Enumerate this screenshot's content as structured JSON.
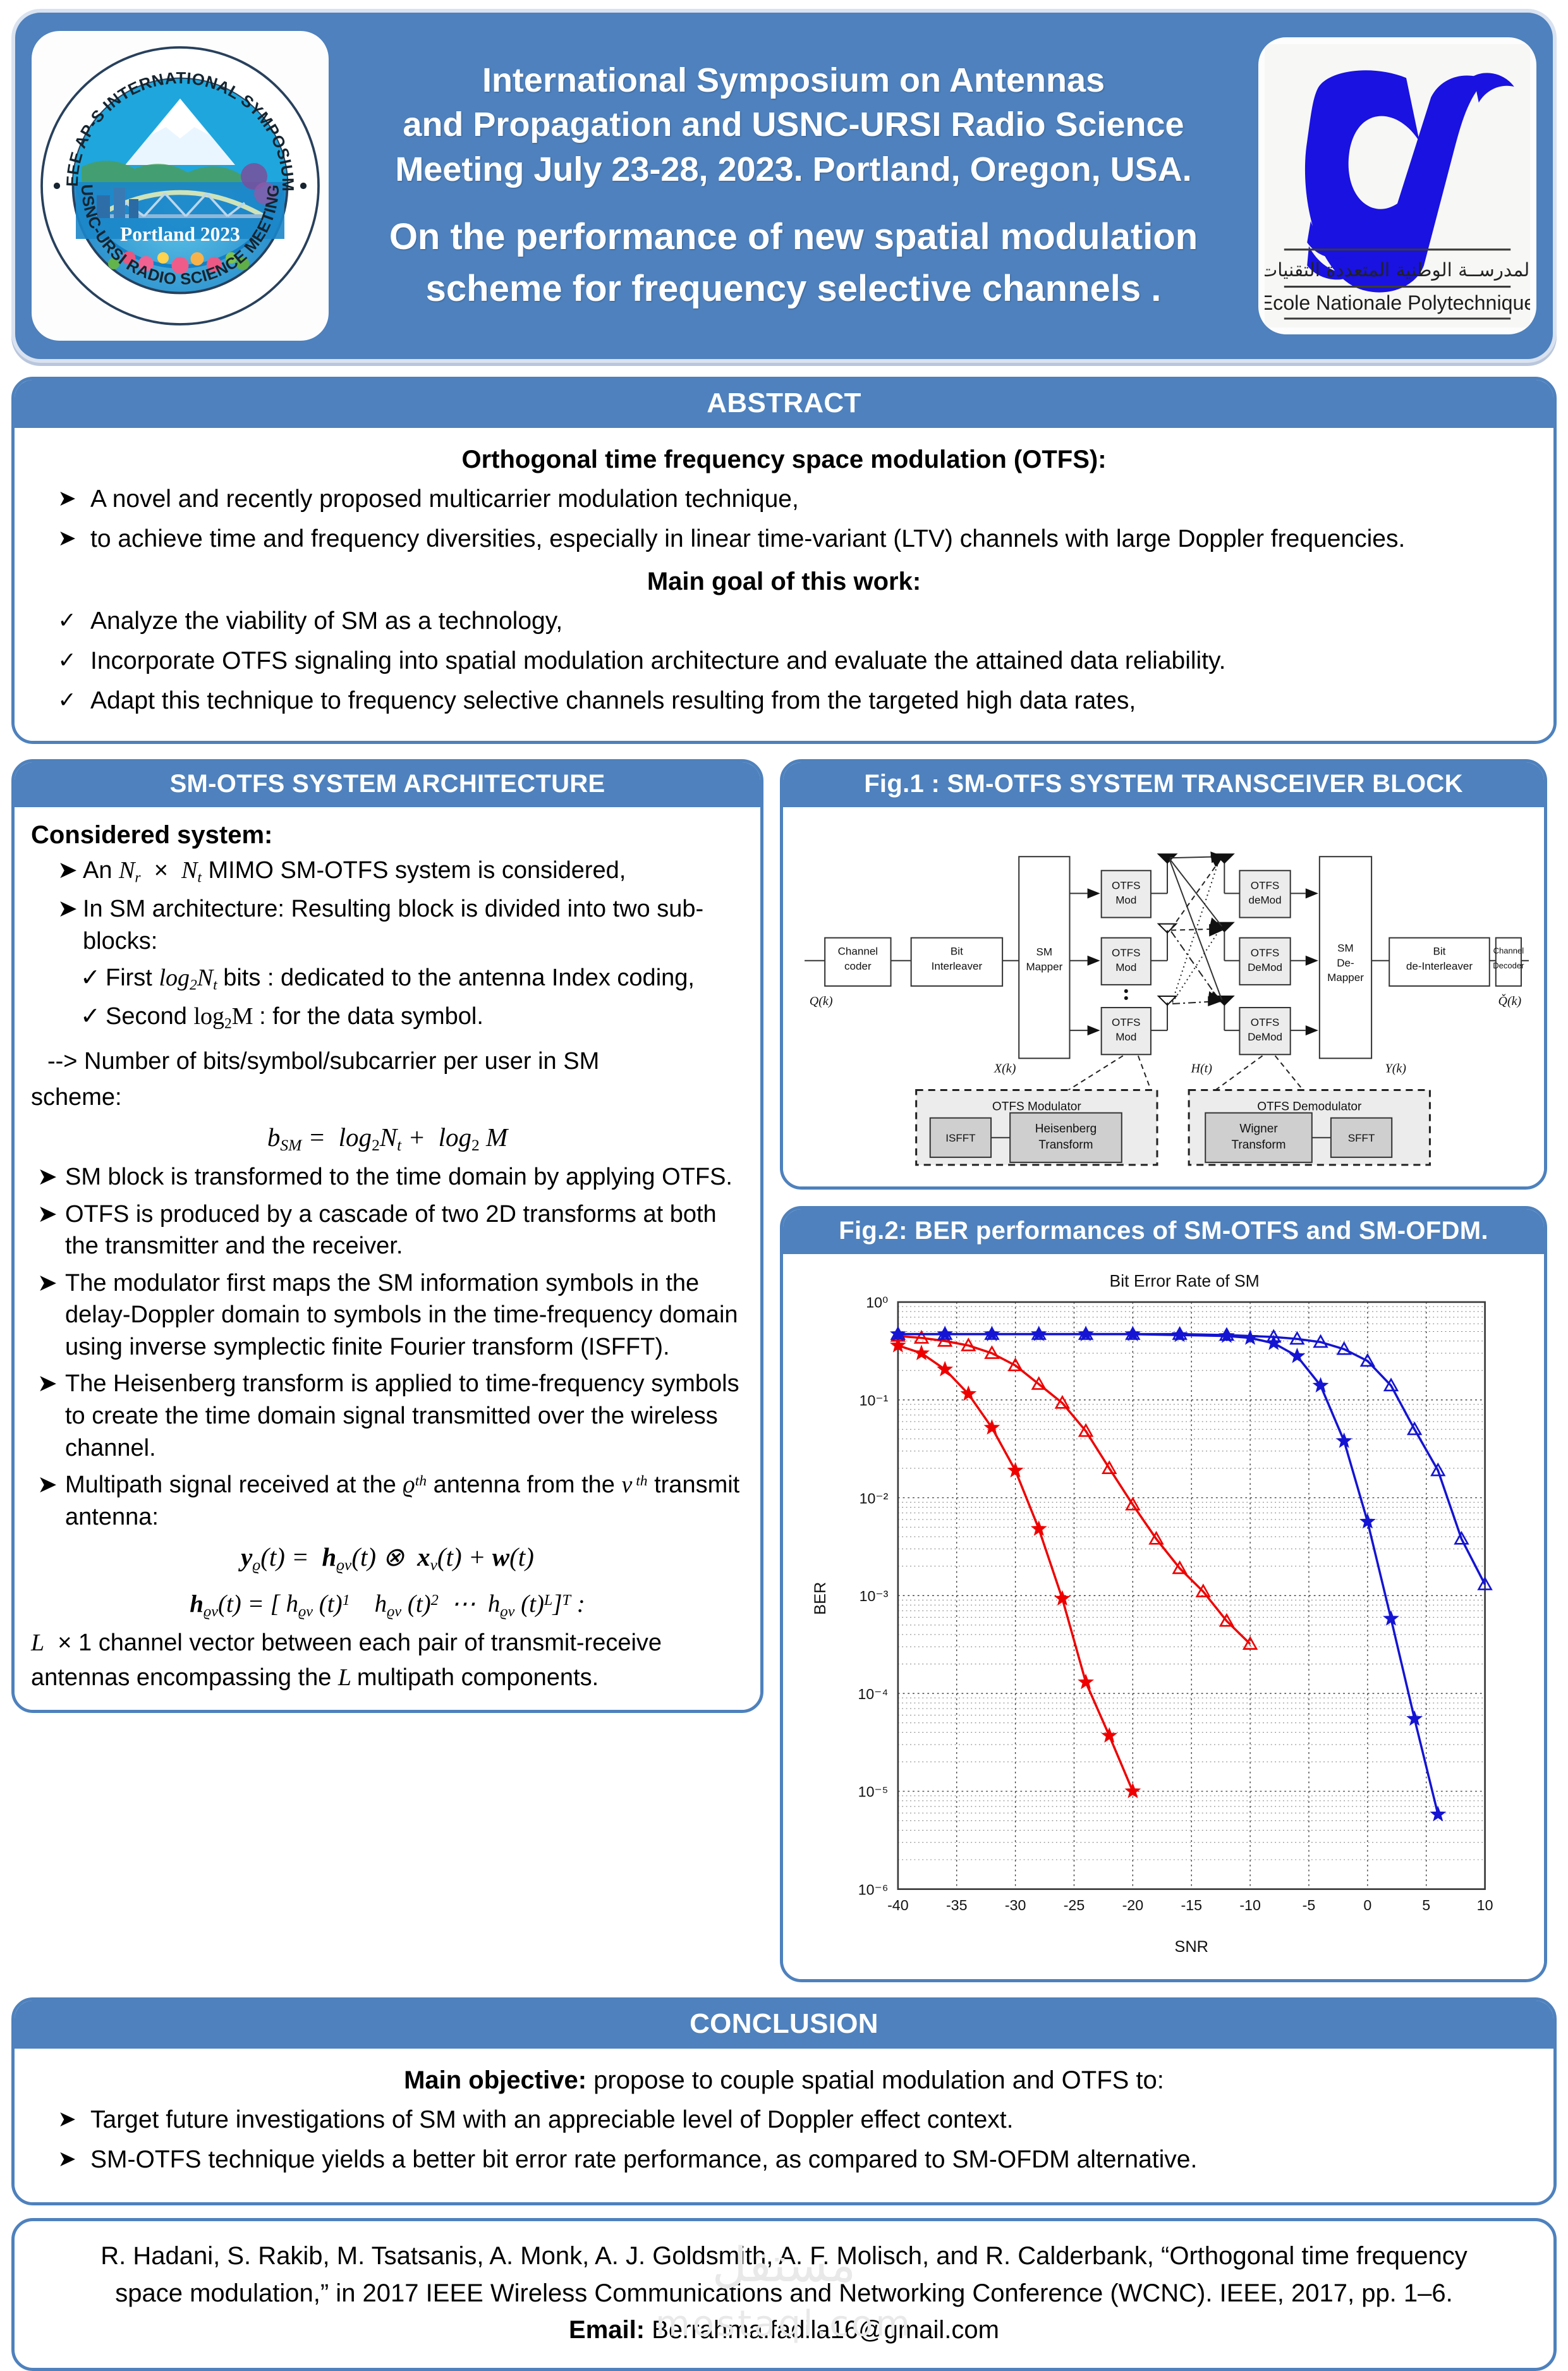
{
  "header": {
    "left_logo_alt": "IEEE AP-S International Symposium USNC-URSI Radio Science Meeting Portland 2023",
    "left_logo_ring_top": "IEEE AP-S INTERNATIONAL SYMPOSIUM",
    "left_logo_ring_bottom": "USNC-URSI RADIO SCIENCE MEETING",
    "left_logo_center": "Portland 2023",
    "conference_line1": "International Symposium on Antennas",
    "conference_line2": "and Propagation and USNC-URSI Radio Science",
    "conference_line3": "Meeting July 23-28, 2023. Portland, Oregon, USA.",
    "title_line1": "On the performance of new spatial modulation",
    "title_line2": "scheme for frequency selective channels .",
    "right_logo_arabic": "المدرســة الوطنية المتعددة التقنيات",
    "right_logo_french": "Ecole Nationale Polytechnique"
  },
  "abstract": {
    "heading": "ABSTRACT",
    "sub1": "Orthogonal time frequency space modulation (OTFS):",
    "items1": [
      "A novel and recently proposed multicarrier modulation technique,",
      "to achieve time and frequency diversities, especially in linear time-variant (LTV) channels with large Doppler frequencies."
    ],
    "sub2": "Main goal of this work:",
    "items2": [
      "Analyze the viability of SM as  a technology,",
      "Incorporate OTFS signaling into spatial modulation architecture and evaluate the attained data reliability.",
      "Adapt this technique to frequency selective channels resulting from the targeted high data rates,"
    ]
  },
  "architecture": {
    "heading": "SM-OTFS SYSTEM ARCHITECTURE",
    "considered_label": "Considered system:",
    "bullets_top": [
      "MIMO SM-OTFS system is considered,",
      "In SM architecture: Resulting block is divided into two sub-blocks:"
    ],
    "bullet_an_prefix": "An",
    "bullet_an_suffix": "MIMO SM-OTFS system is considered,",
    "checks": [
      "bits : dedicated to the antenna Index coding,",
      ": for the data symbol."
    ],
    "check1_prefix": "First",
    "check2_prefix": "Second",
    "bits_para_line1": "-->  Number of bits/symbol/subcarrier per user in SM",
    "bits_para_line2": "scheme:",
    "bullets_main": [
      "SM block is transformed to the time domain by applying OTFS.",
      "OTFS is produced by a cascade of two 2D transforms at both the transmitter and the receiver.",
      "The modulator first maps the SM information symbols in the delay-Doppler domain to symbols in the time-frequency domain using inverse symplectic finite Fourier transform (ISFFT).",
      "The Heisenberg transform is applied to time-frequency symbols to create the time domain signal transmitted over the wireless channel."
    ],
    "multipath_line1": "Multipath signal received at the",
    "multipath_line1_sup": "th",
    "multipath_line2_mid": "transmit antenna:",
    "tail_line1": "channel vector between each pair of transmit-receive",
    "tail_line2": "antennas encompassing the",
    "tail_line3": "multipath components."
  },
  "fig1": {
    "heading": "Fig.1 : SM-OTFS SYSTEM TRANSCEIVER BLOCK",
    "blocks": {
      "channel_coder": "Channel\ncoder",
      "bit_interleaver": "Bit\nInterleaver",
      "sm_mapper": "SM\nMapper",
      "otfs_mod": "OTFS\nMod",
      "otfs_demod_top": "OTFS\ndeMod",
      "otfs_demod": "OTFS\nDeMod",
      "sm_demapper": "SM\nDe-\nMapper",
      "bit_deinterleaver": "Bit\nde-Interleaver",
      "channel_decoder": "Channel\nDecoder",
      "otfs_modulator": "OTFS Modulator",
      "otfs_demodulator": "OTFS Demodulator",
      "isfft": "ISFFT",
      "heisenberg": "Heisenberg\nTransform",
      "wigner": "Wigner\nTransform",
      "sfft": "SFFT"
    },
    "labels": {
      "q_in": "Q(k)",
      "q_out": "Q̌(k)",
      "x_k": "X(k)",
      "h_t": "H(t)",
      "y_k": "Y(k)"
    }
  },
  "fig2": {
    "heading": "Fig.2: BER performances of SM-OTFS and SM-OFDM."
  },
  "chart_data": {
    "type": "line",
    "title": "Bit Error Rate of SM",
    "xlabel": "SNR",
    "ylabel": "BER",
    "xlim": [
      -40,
      10
    ],
    "ylim": [
      1e-06,
      1
    ],
    "yscale": "log",
    "xticks": [
      -40,
      -35,
      -30,
      -25,
      -20,
      -15,
      -10,
      -5,
      0,
      5,
      10
    ],
    "yticks": [
      "10^0",
      "10^-1",
      "10^-2",
      "10^-3",
      "10^-4",
      "10^-5",
      "10^-6"
    ],
    "ytick_labels": [
      "10⁰",
      "10⁻¹",
      "10⁻²",
      "10⁻³",
      "10⁻⁴",
      "10⁻⁵",
      "10⁻⁶"
    ],
    "grid": true,
    "legend_position": "none",
    "series": [
      {
        "name": "SM-OTFS (star, red)",
        "color": "#ee0000",
        "marker": "star",
        "x": [
          -40,
          -38,
          -36,
          -34,
          -32,
          -30,
          -28,
          -26,
          -24,
          -22,
          -20
        ],
        "y": [
          0.36,
          0.3,
          0.205,
          0.115,
          0.052,
          0.019,
          0.0048,
          0.00093,
          0.00013,
          3.7e-05,
          1e-05
        ]
      },
      {
        "name": "SM-OTFS (triangle, red)",
        "color": "#ee0000",
        "marker": "triangle",
        "x": [
          -40,
          -38,
          -36,
          -34,
          -32,
          -30,
          -28,
          -26,
          -24,
          -22,
          -20,
          -18,
          -16,
          -14,
          -12,
          -10
        ],
        "y": [
          0.45,
          0.43,
          0.4,
          0.36,
          0.3,
          0.225,
          0.145,
          0.093,
          0.048,
          0.02,
          0.0085,
          0.0038,
          0.0019,
          0.0011,
          0.00055,
          0.00032
        ]
      },
      {
        "name": "SM-OFDM (star, blue)",
        "color": "#1414d2",
        "marker": "star",
        "x": [
          -40,
          -36,
          -32,
          -28,
          -24,
          -20,
          -16,
          -12,
          -10,
          -8,
          -6,
          -4,
          -2,
          0,
          2,
          4,
          6
        ],
        "y": [
          0.47,
          0.47,
          0.47,
          0.47,
          0.47,
          0.47,
          0.46,
          0.45,
          0.43,
          0.38,
          0.28,
          0.14,
          0.038,
          0.0057,
          0.00058,
          5.5e-05,
          5.8e-06
        ]
      },
      {
        "name": "SM-OFDM (triangle, blue)",
        "color": "#1414d2",
        "marker": "triangle",
        "x": [
          -40,
          -36,
          -32,
          -28,
          -24,
          -20,
          -16,
          -12,
          -8,
          -6,
          -4,
          -2,
          0,
          2,
          4,
          6,
          8,
          10
        ],
        "y": [
          0.47,
          0.47,
          0.47,
          0.47,
          0.47,
          0.47,
          0.47,
          0.46,
          0.44,
          0.42,
          0.39,
          0.33,
          0.25,
          0.14,
          0.05,
          0.019,
          0.0038,
          0.0013
        ]
      }
    ]
  },
  "conclusion": {
    "heading": "CONCLUSION",
    "objective_bold": "Main objective:",
    "objective_rest": " propose to couple spatial modulation and OTFS to:",
    "items": [
      "Target future investigations of SM with an appreciable level of Doppler effect context.",
      "SM-OTFS technique yields a better bit error rate performance, as compared to SM-OFDM alternative."
    ]
  },
  "references": {
    "line1": "R. Hadani, S. Rakib, M. Tsatsanis, A. Monk, A. J. Goldsmith, A. F. Molisch, and R. Calderbank, “Orthogonal time frequency",
    "line2": "space modulation,” in 2017 IEEE Wireless Communications and Networking Conference (WCNC). IEEE, 2017, pp. 1–6.",
    "email_label": "Email:",
    "email_value": " Berrahma.fadila16@gmail.com",
    "watermark_line1": "مستقل",
    "watermark_line2": "mostaql.com"
  },
  "colors": {
    "accent_blue": "#4e81bd",
    "red_curve": "#ee0000",
    "blue_curve": "#1414d2"
  }
}
